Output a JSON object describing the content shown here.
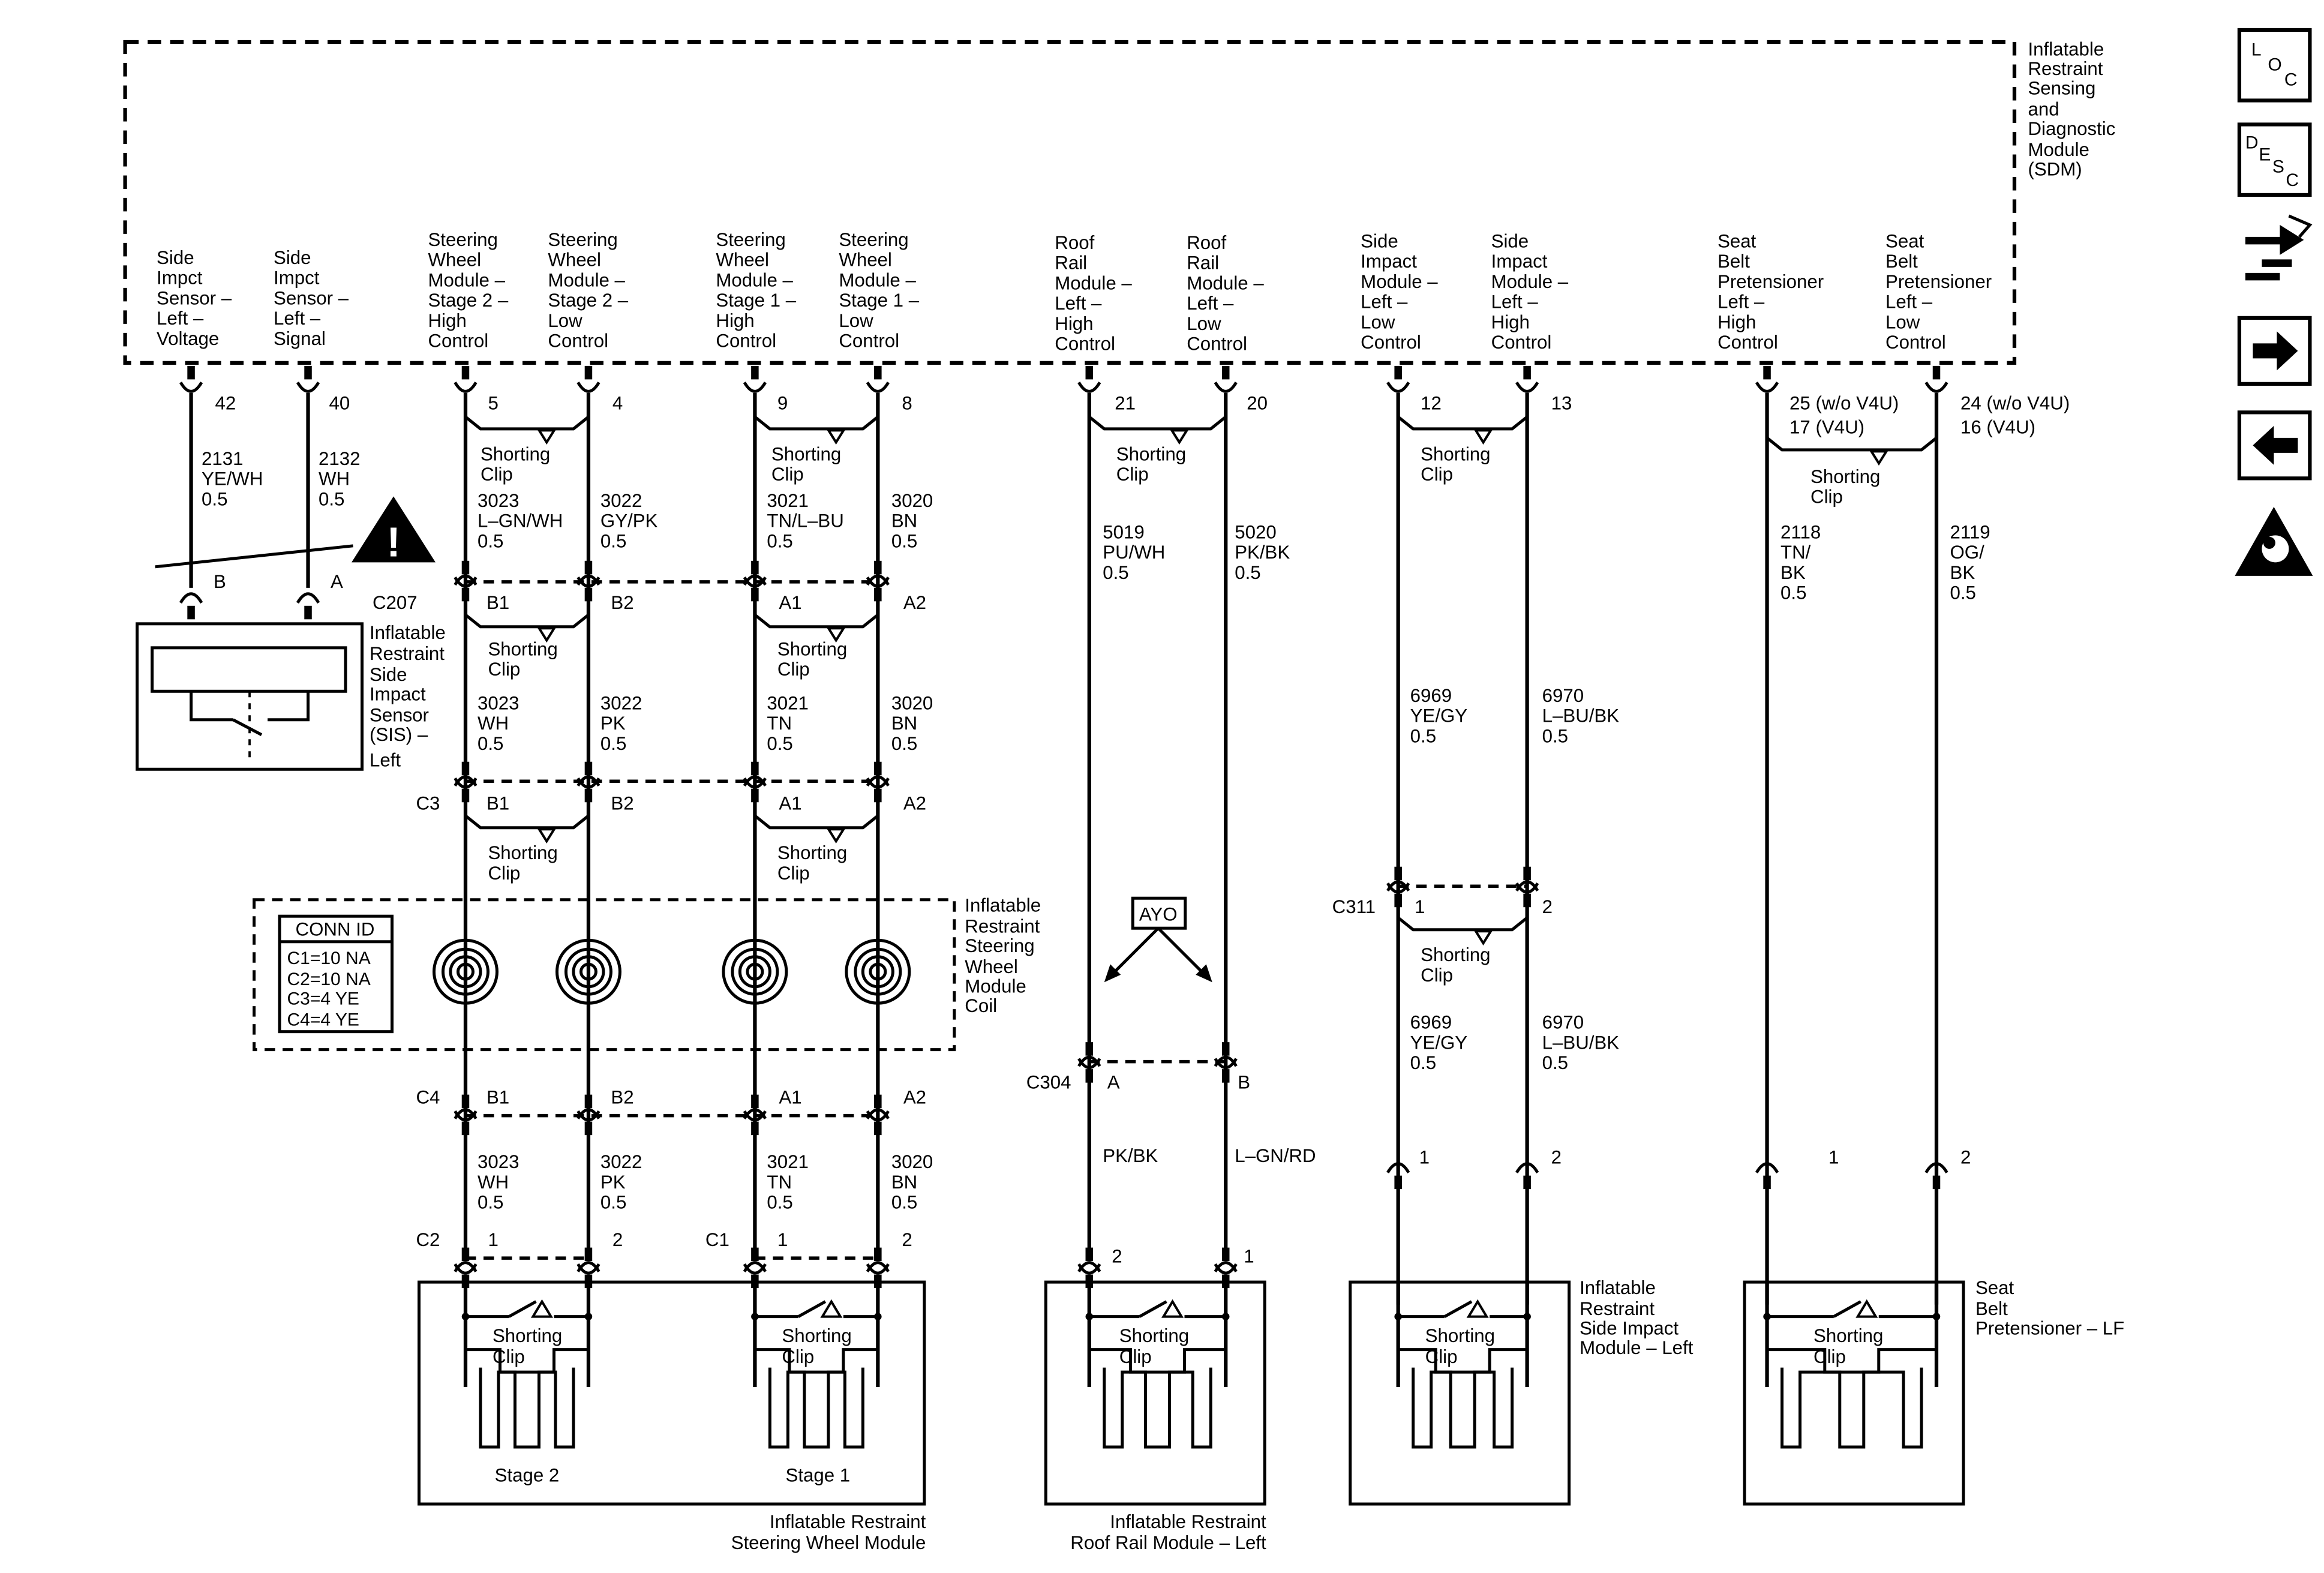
{
  "sdm": {
    "name": [
      "Inflatable",
      "Restraint",
      "Sensing",
      "and",
      "Diagnostic",
      "Module",
      "(SDM)"
    ],
    "terminals": [
      {
        "key": "t42",
        "lines": [
          "Side",
          "Impct",
          "Sensor –",
          "Left –",
          "Voltage"
        ]
      },
      {
        "key": "t40",
        "lines": [
          "Side",
          "Impct",
          "Sensor –",
          "Left –",
          "Signal"
        ]
      },
      {
        "key": "t5",
        "lines": [
          "Steering",
          "Wheel",
          "Module –",
          "Stage 2 –",
          "High",
          "Control"
        ]
      },
      {
        "key": "t4",
        "lines": [
          "Steering",
          "Wheel",
          "Module –",
          "Stage 2 –",
          "Low",
          "Control"
        ]
      },
      {
        "key": "t9",
        "lines": [
          "Steering",
          "Wheel",
          "Module –",
          "Stage 1 –",
          "High",
          "Control"
        ]
      },
      {
        "key": "t8",
        "lines": [
          "Steering",
          "Wheel",
          "Module –",
          "Stage 1 –",
          "Low",
          "Control"
        ]
      },
      {
        "key": "t21",
        "lines": [
          "Roof",
          "Rail",
          "Module –",
          "Left –",
          "High",
          "Control"
        ]
      },
      {
        "key": "t20",
        "lines": [
          "Roof",
          "Rail",
          "Module –",
          "Left –",
          "Low",
          "Control"
        ]
      },
      {
        "key": "t12",
        "lines": [
          "Side",
          "Impact",
          "Module –",
          "Left –",
          "Low",
          "Control"
        ]
      },
      {
        "key": "t13",
        "lines": [
          "Side",
          "Impact",
          "Module –",
          "Left –",
          "High",
          "Control"
        ]
      },
      {
        "key": "t25",
        "lines": [
          "Seat",
          "Belt",
          "Pretensioner",
          "Left –",
          "High",
          "Control"
        ]
      },
      {
        "key": "t24",
        "lines": [
          "Seat",
          "Belt",
          "Pretensioner",
          "Left –",
          "Low",
          "Control"
        ]
      }
    ]
  },
  "pins": {
    "p42": "42",
    "p40": "40",
    "p5": "5",
    "p4": "4",
    "p9": "9",
    "p8": "8",
    "p21": "21",
    "p20": "20",
    "p12": "12",
    "p13": "13",
    "p25a": "25 (w/o V4U)",
    "p25b": "17 (V4U)",
    "p24a": "24 (w/o V4U)",
    "p24b": "16 (V4U)"
  },
  "wires": {
    "w2131": [
      "2131",
      "YE/WH",
      "0.5"
    ],
    "w2132": [
      "2132",
      "WH",
      "0.5"
    ],
    "w3023a": [
      "3023",
      "L–GN/WH",
      "0.5"
    ],
    "w3022a": [
      "3022",
      "GY/PK",
      "0.5"
    ],
    "w3021a": [
      "3021",
      "TN/L–BU",
      "0.5"
    ],
    "w3020a": [
      "3020",
      "BN",
      "0.5"
    ],
    "w5019": [
      "5019",
      "PU/WH",
      "0.5"
    ],
    "w5020": [
      "5020",
      "PK/BK",
      "0.5"
    ],
    "w2118": [
      "2118",
      "TN/",
      "BK",
      "0.5"
    ],
    "w2119": [
      "2119",
      "OG/",
      "BK",
      "0.5"
    ],
    "w3023b": [
      "3023",
      "WH",
      "0.5"
    ],
    "w3022b": [
      "3022",
      "PK",
      "0.5"
    ],
    "w3021b": [
      "3021",
      "TN",
      "0.5"
    ],
    "w3020b": [
      "3020",
      "BN",
      "0.5"
    ],
    "w6969a": [
      "6969",
      "YE/GY",
      "0.5"
    ],
    "w6970a": [
      "6970",
      "L–BU/BK",
      "0.5"
    ],
    "w6969b": [
      "6969",
      "YE/GY",
      "0.5"
    ],
    "w6970b": [
      "6970",
      "L–BU/BK",
      "0.5"
    ],
    "w3023c": [
      "3023",
      "WH",
      "0.5"
    ],
    "w3022c": [
      "3022",
      "PK",
      "0.5"
    ],
    "w3021c": [
      "3021",
      "TN",
      "0.5"
    ],
    "w3020c": [
      "3020",
      "BN",
      "0.5"
    ],
    "wPKBK": "PK/BK",
    "wLGNRD": "L–GN/RD"
  },
  "connectors": {
    "C207": "C207",
    "C3": "C3",
    "C4": "C4",
    "C2": "C2",
    "C1": "C1",
    "C304": "C304",
    "C311": "C311",
    "B1": "B1",
    "B2": "B2",
    "A1": "A1",
    "A2": "A2",
    "A": "A",
    "B": "B",
    "n1": "1",
    "n2": "2"
  },
  "shorting_clip": [
    "Shorting",
    "Clip"
  ],
  "sis": {
    "name": [
      "Inflatable",
      "Restraint",
      "Side",
      "Impact",
      "Sensor",
      "(SIS) –",
      "Left"
    ],
    "pinB": "B",
    "pinA": "A"
  },
  "coil": {
    "name": [
      "Inflatable",
      "Restraint",
      "Steering",
      "Wheel",
      "Module",
      "Coil"
    ],
    "conn_id_title": "CONN ID",
    "conn_id_rows": [
      "C1=10 NA",
      "C2=10 NA",
      "C3=4 YE",
      "C4=4 YE"
    ]
  },
  "ayo": "AYO",
  "modules": {
    "steering": [
      "Inflatable Restraint",
      "Steering Wheel Module"
    ],
    "stage2": "Stage 2",
    "stage1": "Stage 1",
    "roof_rail": [
      "Inflatable Restraint",
      "Roof Rail Module – Left"
    ],
    "side_impact": [
      "Inflatable",
      "Restraint",
      "Side Impact",
      "Module – Left"
    ],
    "seat_belt": [
      "Seat",
      "Belt",
      "Pretensioner – LF"
    ]
  },
  "side_icons": [
    "loc-icon",
    "desc-icon",
    "schematic-icon",
    "next-arrow-icon",
    "prev-arrow-icon",
    "airbag-warning-icon"
  ],
  "icon_text": {
    "loc": [
      "L",
      "O",
      "C"
    ],
    "desc": [
      "D",
      "E",
      "S",
      "C"
    ]
  }
}
